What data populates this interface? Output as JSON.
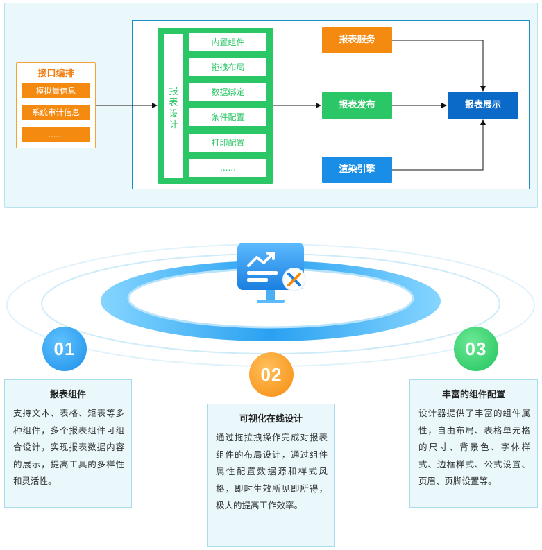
{
  "diagram": {
    "source": {
      "title": "接口编排",
      "items": [
        "模拟量信息",
        "系统审计信息",
        "......"
      ]
    },
    "designer": {
      "label": "报\n表\n设\n计",
      "items": [
        "内置组件",
        "拖拽布局",
        "数据绑定",
        "条件配置",
        "打印配置",
        "......"
      ]
    },
    "services": {
      "report_service": "报表服务",
      "report_publish": "报表发布",
      "render_engine": "渲染引擎",
      "report_display": "报表展示"
    }
  },
  "features": [
    {
      "number": "01",
      "title": "报表组件",
      "text": "支持文本、表格、矩表等多种组件，多个报表组件可组合设计，实现报表数据内容的展示，提高工具的多样性和灵活性。"
    },
    {
      "number": "02",
      "title": "可视化在线设计",
      "text": "通过拖拉拽操作完成对报表组件的布局设计，通过组件属性配置数据源和样式风格，即时生效所见即所得，极大的提高工作效率。"
    },
    {
      "number": "03",
      "title": "丰富的组件配置",
      "text": "设计器提供了丰富的组件属性，自由布局、表格单元格的尺寸、背景色、字体样式、边框样式、公式设置、页眉、页脚设置等。"
    }
  ],
  "colors": {
    "orange": "#f58a10",
    "green": "#2bc766",
    "blue": "#1a8ee6",
    "dark_blue": "#0b6ac8"
  },
  "icons": {
    "center": "report-design-monitor-icon"
  }
}
